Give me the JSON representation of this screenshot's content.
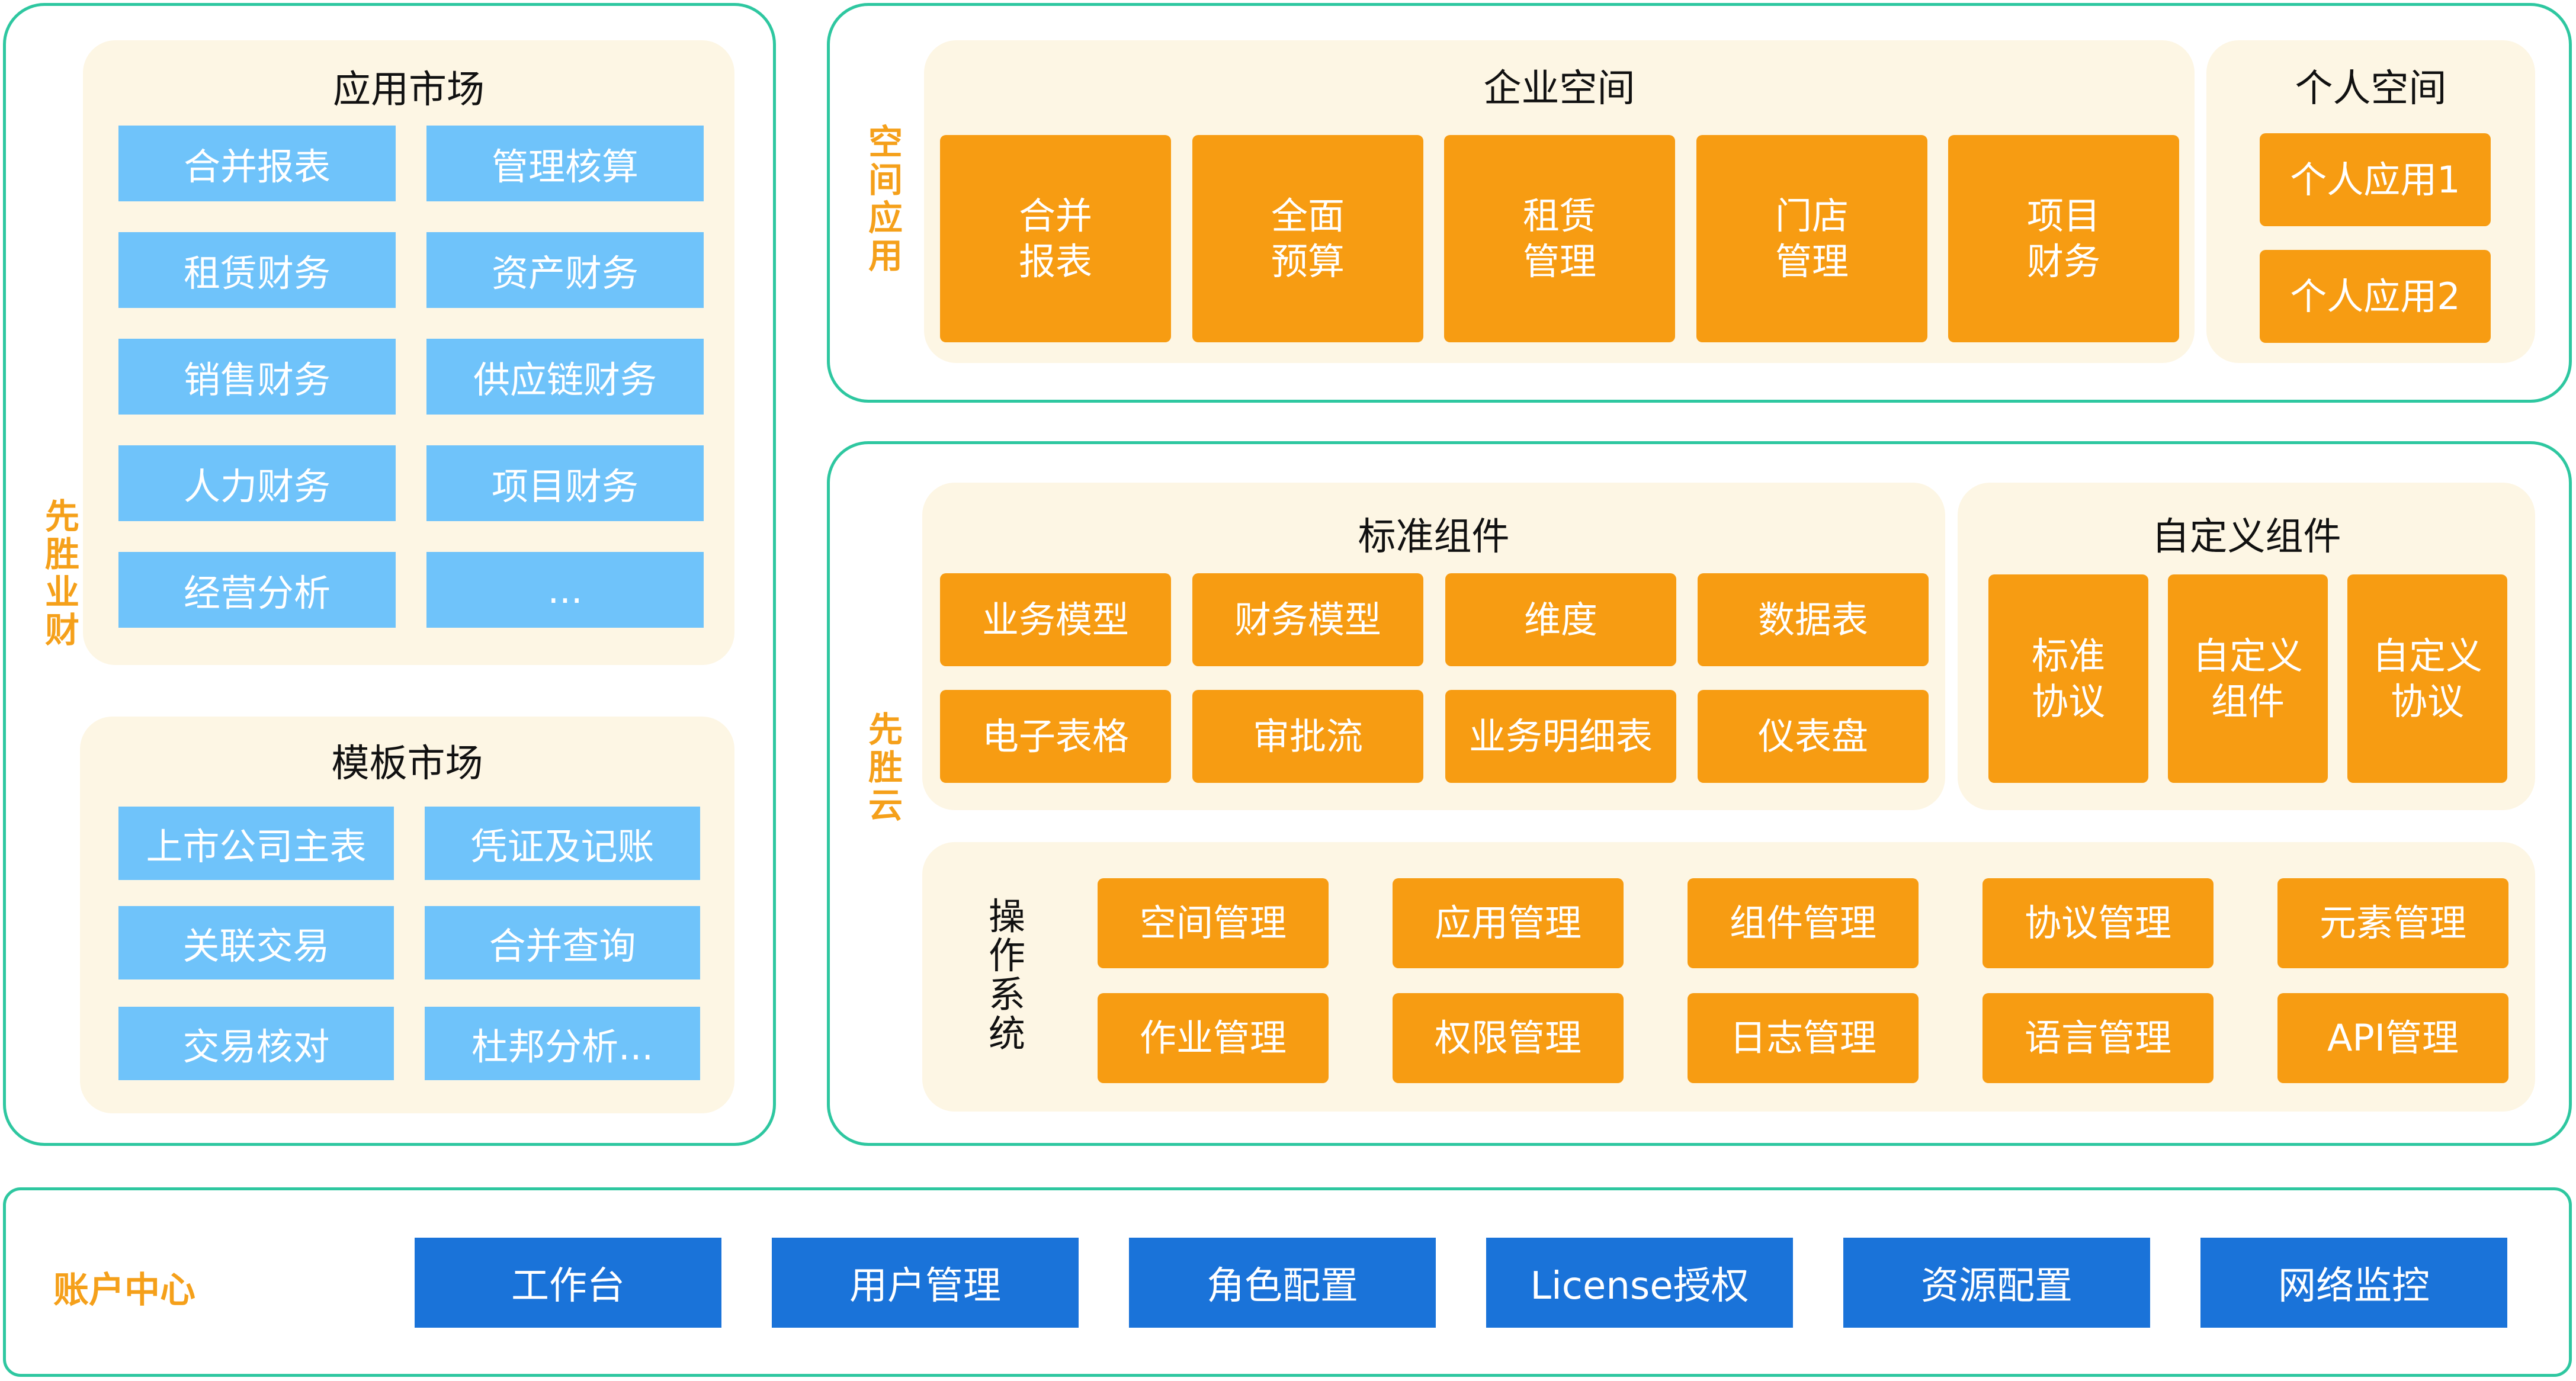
{
  "left": {
    "side_label": "先胜业财",
    "app_market": {
      "title": "应用市场",
      "items": [
        "合并报表",
        "管理核算",
        "租赁财务",
        "资产财务",
        "销售财务",
        "供应链财务",
        "人力财务",
        "项目财务",
        "经营分析",
        "..."
      ]
    },
    "template_market": {
      "title": "模板市场",
      "items": [
        "上市公司主表",
        "凭证及记账",
        "关联交易",
        "合并查询",
        "交易核对",
        "杜邦分析..."
      ]
    }
  },
  "space": {
    "side_label": "空间应用",
    "enterprise": {
      "title": "企业空间",
      "items": [
        "合并\n报表",
        "全面\n预算",
        "租赁\n管理",
        "门店\n管理",
        "项目\n财务"
      ]
    },
    "personal": {
      "title": "个人空间",
      "items": [
        "个人应用1",
        "个人应用2"
      ]
    }
  },
  "cloud": {
    "side_label": "先胜云",
    "standard": {
      "title": "标准组件",
      "items": [
        "业务模型",
        "财务模型",
        "维度",
        "数据表",
        "电子表格",
        "审批流",
        "业务明细表",
        "仪表盘"
      ]
    },
    "custom": {
      "title": "自定义组件",
      "items": [
        "标准\n协议",
        "自定义\n组件",
        "自定义\n协议"
      ]
    },
    "os": {
      "label": "操作系统",
      "items": [
        "空间管理",
        "应用管理",
        "组件管理",
        "协议管理",
        "元素管理",
        "作业管理",
        "权限管理",
        "日志管理",
        "语言管理",
        "API管理"
      ]
    }
  },
  "account": {
    "label": "账户中心",
    "items": [
      "工作台",
      "用户管理",
      "角色配置",
      "License授权",
      "资源配置",
      "网络监控"
    ]
  },
  "colors": {
    "frame": "#2ec7a0",
    "panel": "#fdf6e4",
    "orange": "#f79c12",
    "light_blue": "#6fc3fa",
    "dark_blue": "#1a73d9",
    "label": "#f5a01a"
  }
}
